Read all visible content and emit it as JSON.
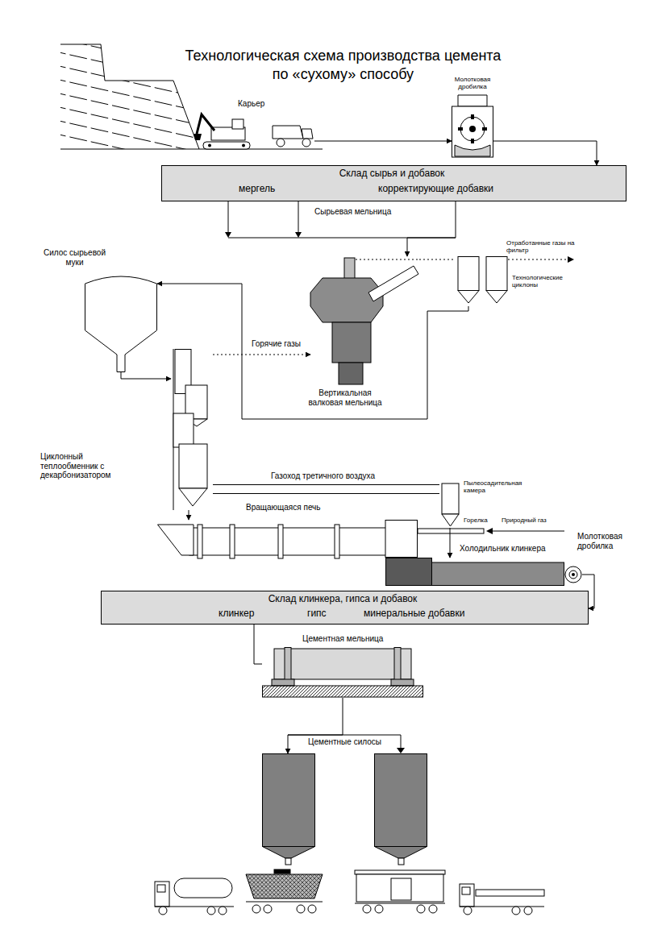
{
  "diagram": {
    "title": "Технологическая схема производства цемента по «сухому» способу",
    "nodes": [
      {
        "text": [
          "Карьер"
        ]
      },
      {
        "text": [
          "Молотковая дробилка"
        ]
      },
      {
        "text": [
          "Склад сырья и добавок",
          "мергель",
          "корректирующие добавки"
        ]
      },
      {
        "text": [
          "Силос сырьевой муки"
        ]
      },
      {
        "text": [
          "Вертикальная валковая мельница"
        ]
      },
      {
        "text": [
          "Технологические циклоны"
        ]
      },
      {
        "text": [
          "Циклонный теплообменник с декарбонизатором"
        ]
      },
      {
        "text": [
          "Вращающаяся печь"
        ]
      },
      {
        "text": [
          "Пылеосадительная камера"
        ]
      },
      {
        "text": [
          "Холодильник клинкера"
        ]
      },
      {
        "text": [
          "Молотковая дробилка"
        ]
      },
      {
        "text": [
          "Склад клинкера, гипса и добавок",
          "клинкер",
          "гипс",
          "минеральные добавки"
        ]
      },
      {
        "text": [
          "Цементная мельница"
        ]
      },
      {
        "text": [
          "Цементные силосы"
        ]
      }
    ],
    "edges": [
      {
        "from": 0,
        "to": 1,
        "arrow": "to"
      },
      {
        "from": 1,
        "to": 2,
        "arrow": "to"
      },
      {
        "from": 2,
        "to": 4,
        "arrow": "to"
      },
      {
        "from": 4,
        "to": 5,
        "arrow": "none"
      },
      {
        "from": 5,
        "to": 3,
        "arrow": "to"
      },
      {
        "from": 3,
        "to": 6,
        "arrow": "to"
      },
      {
        "from": 6,
        "to": 4,
        "arrow": "to",
        "label": "Горячие газы"
      },
      {
        "from": 6,
        "to": 7,
        "arrow": "to"
      },
      {
        "from": 8,
        "to": 6,
        "arrow": "none",
        "label": "Газоход третичного воздуха"
      },
      {
        "from": 8,
        "to": 9,
        "arrow": "to"
      },
      {
        "from": 10,
        "to": 11,
        "arrow": "to"
      },
      {
        "from": 11,
        "to": 12,
        "arrow": "none"
      },
      {
        "from": 12,
        "to": 13,
        "arrow": "to"
      }
    ],
    "labels": [
      "Сырьевая мельница",
      "Отработанные газы на фильтр",
      "Горелка",
      "Природный газ"
    ]
  }
}
